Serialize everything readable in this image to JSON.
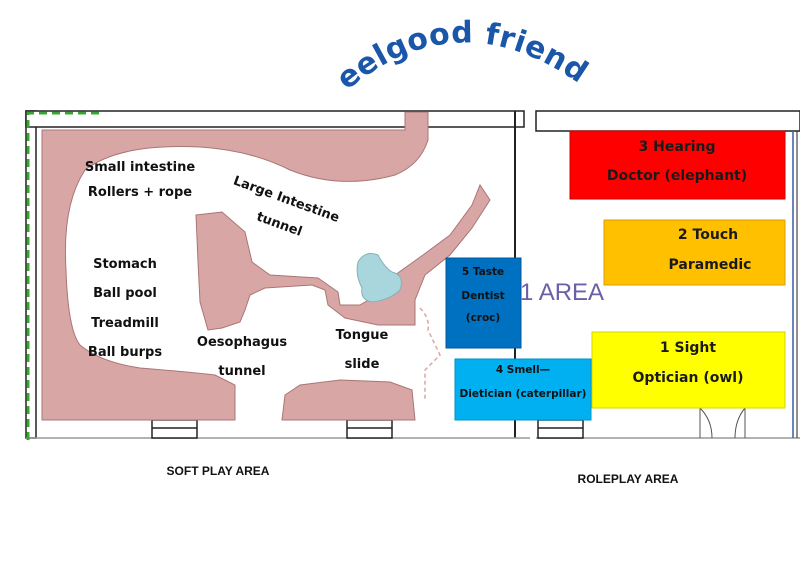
{
  "title": "feelgood friends",
  "areas": {
    "soft_play": "SOFT PLAY AREA",
    "roleplay": "ROLEPLAY AREA",
    "faded_area_label": "1 AREA"
  },
  "soft_play_labels": {
    "small_intestine_title": "Small intestine",
    "small_intestine_items": "Rollers +  rope",
    "large_intestine_title": "Large Intestine",
    "large_intestine_sub": "tunnel",
    "stomach_title": "Stomach",
    "stomach_item_1": "Ball pool",
    "stomach_item_2": "Treadmill",
    "stomach_item_3": "Ball burps",
    "oesophagus_title": "Oesophagus",
    "oesophagus_sub": "tunnel",
    "tongue_title": "Tongue",
    "tongue_sub": "slide"
  },
  "roleplay_rooms": [
    {
      "line1": "3 Hearing",
      "line2": "Doctor  (elephant)",
      "color": "#ff0000"
    },
    {
      "line1": "2 Touch",
      "line2": "Paramedic",
      "color": "#ffc000"
    },
    {
      "line1": "5 Taste",
      "line2": "Dentist",
      "line3": "(croc)",
      "color": "#0070c0"
    },
    {
      "line1": "4 Smell—",
      "line2": "Dietician (caterpillar)",
      "color": "#00b0f0"
    },
    {
      "line1": "1 Sight",
      "line2": "Optician (owl)",
      "color": "#ffff00"
    }
  ],
  "colors": {
    "tunnel_fill": "#d9a6a6",
    "tunnel_stroke": "#b07a7a",
    "pool_fill": "#a9d6dc",
    "title_blue": "#1a57a8",
    "green_dash": "#3aa336"
  }
}
